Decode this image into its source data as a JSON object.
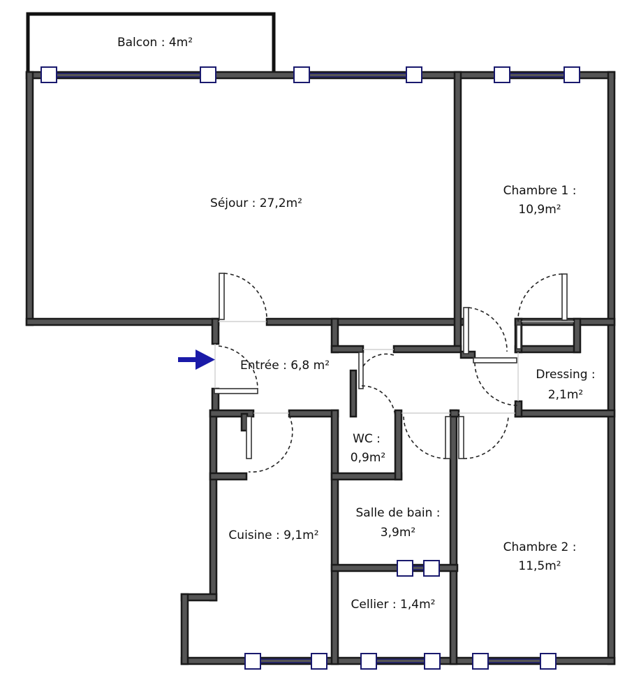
{
  "rooms": {
    "balcon": "Balcon : 4m²",
    "sejour": "Séjour : 27,2m²",
    "chambre1_line1": "Chambre 1 :",
    "chambre1_line2": "10,9m²",
    "entree": "Entrée : 6,8 m²",
    "dressing_line1": "Dressing :",
    "dressing_line2": "2,1m²",
    "wc_line1": "WC :",
    "wc_line2": "0,9m²",
    "sdb_line1": "Salle de bain :",
    "sdb_line2": "3,9m²",
    "cuisine": "Cuisine : 9,1m²",
    "chambre2_line1": "Chambre 2 :",
    "chambre2_line2": "11,5m²",
    "cellier": "Cellier : 1,4m²"
  },
  "colors": {
    "wall": "#555555",
    "window": "#1a1a6e",
    "entry_arrow": "#1a1aa8"
  },
  "icons": {
    "entry": "arrow-right-icon"
  }
}
